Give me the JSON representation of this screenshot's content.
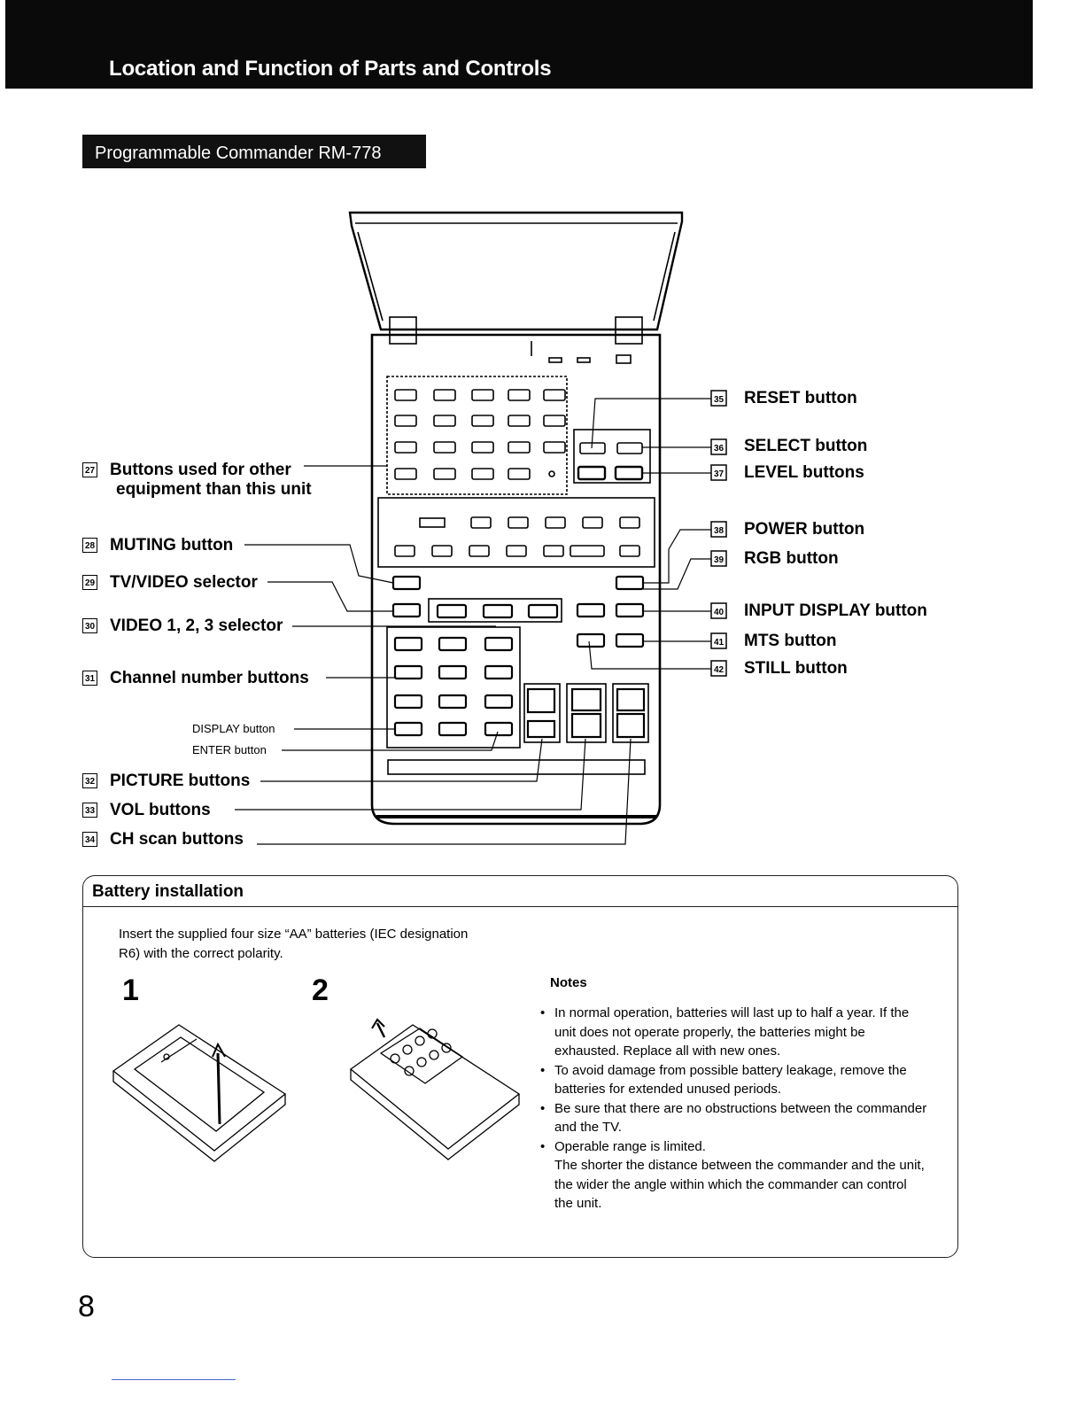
{
  "header": {
    "title": "Location and Function of Parts and Controls"
  },
  "section": {
    "tag": "Programmable Commander RM-778"
  },
  "callouts_left": [
    {
      "num": "27",
      "label": "Buttons used for other",
      "label2": "equipment than this unit"
    },
    {
      "num": "28",
      "label": "MUTING button"
    },
    {
      "num": "29",
      "label": "TV/VIDEO selector"
    },
    {
      "num": "30",
      "label": "VIDEO 1, 2, 3 selector"
    },
    {
      "num": "31",
      "label": "Channel number buttons"
    },
    {
      "num": "32",
      "label": "PICTURE buttons"
    },
    {
      "num": "33",
      "label": "VOL buttons"
    },
    {
      "num": "34",
      "label": "CH scan buttons"
    }
  ],
  "small_labels": {
    "display": "DISPLAY button",
    "enter": "ENTER button"
  },
  "callouts_right": [
    {
      "num": "35",
      "label": "RESET button"
    },
    {
      "num": "36",
      "label": "SELECT button"
    },
    {
      "num": "37",
      "label": "LEVEL buttons"
    },
    {
      "num": "38",
      "label": "POWER button"
    },
    {
      "num": "39",
      "label": "RGB button"
    },
    {
      "num": "40",
      "label": "INPUT DISPLAY button"
    },
    {
      "num": "41",
      "label": "MTS button"
    },
    {
      "num": "42",
      "label": "STILL button"
    }
  ],
  "battery": {
    "title": "Battery installation",
    "intro": "Insert the supplied four size “AA” batteries (IEC designation R6) with the correct polarity.",
    "step1": "1",
    "step2": "2",
    "notes_title": "Notes",
    "notes": [
      "In normal operation, batteries will last up to half a year. If the unit does not operate properly, the batteries might be exhausted.  Replace all with new ones.",
      "To avoid damage from possible battery leakage, remove the batteries for extended unused periods.",
      "Be sure that there are no obstructions between the commander and the TV.",
      "Operable range is limited."
    ],
    "note4_cont": "The shorter the distance between the commander and the unit, the wider the angle within which the commander can control the unit."
  },
  "page_number": "8"
}
